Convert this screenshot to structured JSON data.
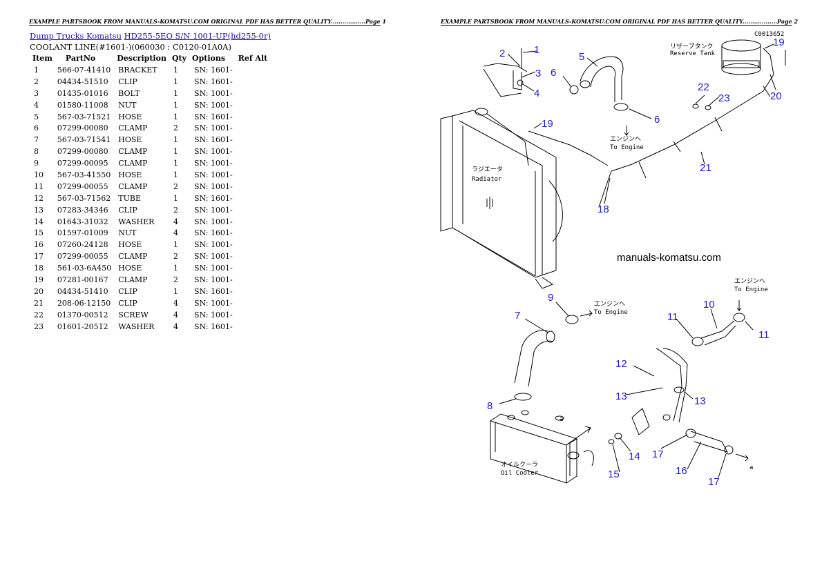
{
  "left_page": {
    "header": "EXAMPLE PARTSBOOK FROM MANUALS-KOMATSU.COM ORIGINAL PDF HAS BETTER QUALITY..................Page 1",
    "breadcrumb": {
      "link1": "Dump Trucks Komatsu",
      "link2": "HD255-5EO S/N 1001-UP(hd255-0r)"
    },
    "subtitle": "COOLANT LINE(#1601-)(060030 : C0120-01A0A)",
    "columns": [
      "Item",
      "PartNo",
      "Description",
      "Qty",
      "Options",
      "Ref Alt"
    ],
    "rows": [
      [
        "1",
        "566-07-41410",
        "BRACKET",
        "1",
        "SN: 1601-"
      ],
      [
        "2",
        "04434-51510",
        "CLIP",
        "1",
        "SN: 1601-"
      ],
      [
        "3",
        "01435-01016",
        "BOLT",
        "1",
        "SN: 1001-"
      ],
      [
        "4",
        "01580-11008",
        "NUT",
        "1",
        "SN: 1001-"
      ],
      [
        "5",
        "567-03-71521",
        "HOSE",
        "1",
        "SN: 1601-"
      ],
      [
        "6",
        "07299-00080",
        "CLAMP",
        "2",
        "SN: 1001-"
      ],
      [
        "7",
        "567-03-71541",
        "HOSE",
        "1",
        "SN: 1601-"
      ],
      [
        "8",
        "07299-00080",
        "CLAMP",
        "1",
        "SN: 1001-"
      ],
      [
        "9",
        "07299-00095",
        "CLAMP",
        "1",
        "SN: 1001-"
      ],
      [
        "10",
        "567-03-41550",
        "HOSE",
        "1",
        "SN: 1001-"
      ],
      [
        "11",
        "07299-00055",
        "CLAMP",
        "2",
        "SN: 1001-"
      ],
      [
        "12",
        "567-03-71562",
        "TUBE",
        "1",
        "SN: 1601-"
      ],
      [
        "13",
        "07283-34346",
        "CLIP",
        "2",
        "SN: 1001-"
      ],
      [
        "14",
        "01643-31032",
        "WASHER",
        "4",
        "SN: 1001-"
      ],
      [
        "15",
        "01597-01009",
        "NUT",
        "4",
        "SN: 1601-"
      ],
      [
        "16",
        "07260-24128",
        "HOSE",
        "1",
        "SN: 1001-"
      ],
      [
        "17",
        "07299-00055",
        "CLAMP",
        "2",
        "SN: 1001-"
      ],
      [
        "18",
        "561-03-6A450",
        "HOSE",
        "1",
        "SN: 1001-"
      ],
      [
        "19",
        "07281-00167",
        "CLAMP",
        "2",
        "SN: 1001-"
      ],
      [
        "20",
        "04434-51410",
        "CLIP",
        "1",
        "SN: 1601-"
      ],
      [
        "21",
        "208-06-12150",
        "CLIP",
        "4",
        "SN: 1001-"
      ],
      [
        "22",
        "01370-00512",
        "SCREW",
        "4",
        "SN: 1001-"
      ],
      [
        "23",
        "01601-20512",
        "WASHER",
        "4",
        "SN: 1601-"
      ]
    ]
  },
  "right_page": {
    "header": "EXAMPLE PARTSBOOK FROM MANUALS-KOMATSU.COM ORIGINAL PDF HAS BETTER QUALITY..................Page 2",
    "watermark": "manuals-komatsu.com",
    "diagram_code": "C0013652",
    "labels": {
      "reserve_tank_jp": "リザーブタンク",
      "reserve_tank": "Reserve Tank",
      "radiator_jp": "ラジエータ",
      "radiator": "Radiator",
      "to_engine_jp": "エンジンへ",
      "to_engine": "To Engine",
      "oil_cooler_jp": "オイルクーラ",
      "oil_cooler": "Oil Cooler",
      "ref_a": "a"
    },
    "callouts": [
      "1",
      "2",
      "3",
      "4",
      "5",
      "6",
      "6",
      "7",
      "8",
      "9",
      "10",
      "11",
      "11",
      "12",
      "13",
      "13",
      "14",
      "15",
      "16",
      "17",
      "17",
      "18",
      "19",
      "19",
      "20",
      "21",
      "22",
      "23"
    ]
  },
  "colors": {
    "callout": "#1a1ad6",
    "link": "#1a0dab"
  }
}
